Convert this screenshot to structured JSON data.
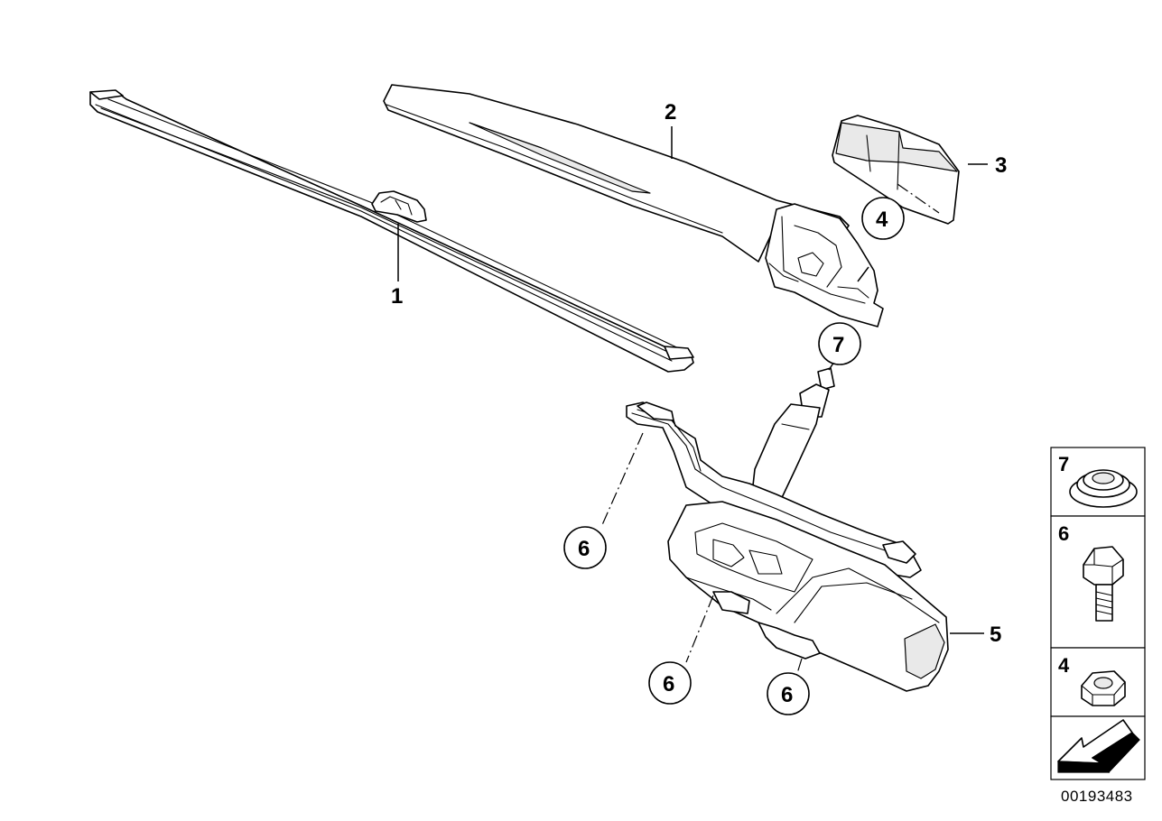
{
  "callouts": {
    "c1": "1",
    "c2": "2",
    "c3": "3",
    "c4": "4",
    "c5": "5",
    "c6a": "6",
    "c6b": "6",
    "c6c": "6",
    "c7": "7"
  },
  "legend": {
    "item7": "7",
    "item6": "6",
    "item4": "4"
  },
  "document_code": "00193483"
}
